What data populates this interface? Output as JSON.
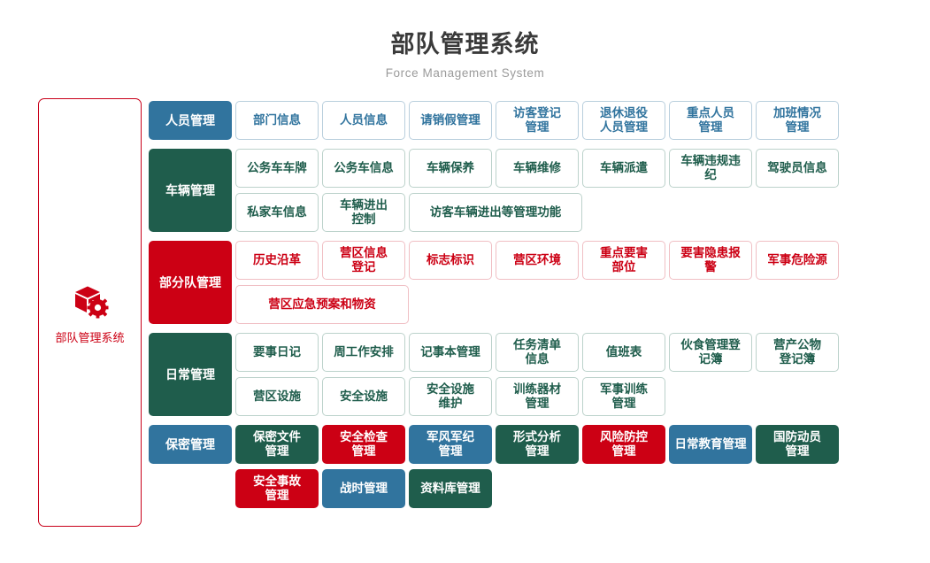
{
  "header": {
    "title": "部队管理系统",
    "subtitle": "Force Management System"
  },
  "sidebar": {
    "icon": "box-gear-icon",
    "label": "部队管理系统",
    "border_color": "#c8001a",
    "text_color": "#cc0014"
  },
  "palette": {
    "blue": "#31749e",
    "green": "#1f5d4c",
    "red": "#cc0014",
    "blue_border": "#b9cfdd",
    "green_border": "#bcd2cb",
    "red_border": "#f0bfc4"
  },
  "sections": [
    {
      "category": "人员管理",
      "color": "blue",
      "rows": [
        [
          {
            "label": "部门信息",
            "style": "outline-blue",
            "width": "w1"
          },
          {
            "label": "人员信息",
            "style": "outline-blue",
            "width": "w1"
          },
          {
            "label": "请销假管理",
            "style": "outline-blue",
            "width": "w1"
          },
          {
            "label": "访客登记\n管理",
            "style": "outline-blue",
            "width": "w1"
          },
          {
            "label": "退休退役\n人员管理",
            "style": "outline-blue",
            "width": "w1"
          },
          {
            "label": "重点人员\n管理",
            "style": "outline-blue",
            "width": "w1"
          },
          {
            "label": "加班情况\n管理",
            "style": "outline-blue",
            "width": "w1"
          }
        ]
      ]
    },
    {
      "category": "车辆管理",
      "color": "green",
      "rows": [
        [
          {
            "label": "公务车车牌",
            "style": "outline-green",
            "width": "w1"
          },
          {
            "label": "公务车信息",
            "style": "outline-green",
            "width": "w1"
          },
          {
            "label": "车辆保养",
            "style": "outline-green",
            "width": "w1"
          },
          {
            "label": "车辆维修",
            "style": "outline-green",
            "width": "w1"
          },
          {
            "label": "车辆派遣",
            "style": "outline-green",
            "width": "w1"
          },
          {
            "label": "车辆违规违纪",
            "style": "outline-green",
            "width": "w1"
          },
          {
            "label": "驾驶员信息",
            "style": "outline-green",
            "width": "w1"
          }
        ],
        [
          {
            "label": "私家车信息",
            "style": "outline-green",
            "width": "w1"
          },
          {
            "label": "车辆进出\n控制",
            "style": "outline-green",
            "width": "w1"
          },
          {
            "label": "访客车辆进出等管理功能",
            "style": "outline-green",
            "width": "w2"
          }
        ]
      ]
    },
    {
      "category": "部分队管理",
      "color": "red",
      "rows": [
        [
          {
            "label": "历史沿革",
            "style": "outline-red",
            "width": "w1"
          },
          {
            "label": "营区信息\n登记",
            "style": "outline-red",
            "width": "w1"
          },
          {
            "label": "标志标识",
            "style": "outline-red",
            "width": "w1"
          },
          {
            "label": "营区环境",
            "style": "outline-red",
            "width": "w1"
          },
          {
            "label": "重点要害\n部位",
            "style": "outline-red",
            "width": "w1"
          },
          {
            "label": "要害隐患报警",
            "style": "outline-red",
            "width": "w1"
          },
          {
            "label": "军事危险源",
            "style": "outline-red",
            "width": "w1"
          }
        ],
        [
          {
            "label": "营区应急预案和物资",
            "style": "outline-red",
            "width": "w2"
          }
        ]
      ]
    },
    {
      "category": "日常管理",
      "color": "green",
      "rows": [
        [
          {
            "label": "要事日记",
            "style": "outline-green",
            "width": "w1"
          },
          {
            "label": "周工作安排",
            "style": "outline-green",
            "width": "w1"
          },
          {
            "label": "记事本管理",
            "style": "outline-green",
            "width": "w1"
          },
          {
            "label": "任务清单\n信息",
            "style": "outline-green",
            "width": "w1"
          },
          {
            "label": "值班表",
            "style": "outline-green",
            "width": "w1"
          },
          {
            "label": "伙食管理登记簿",
            "style": "outline-green",
            "width": "w1"
          },
          {
            "label": "营产公物\n登记簿",
            "style": "outline-green",
            "width": "w1"
          }
        ],
        [
          {
            "label": "营区设施",
            "style": "outline-green",
            "width": "w1"
          },
          {
            "label": "安全设施",
            "style": "outline-green",
            "width": "w1"
          },
          {
            "label": "安全设施\n维护",
            "style": "outline-green",
            "width": "w1"
          },
          {
            "label": "训练器材\n管理",
            "style": "outline-green",
            "width": "w1"
          },
          {
            "label": "军事训练\n管理",
            "style": "outline-green",
            "width": "w1"
          }
        ]
      ]
    },
    {
      "category": "保密管理",
      "color": "blue",
      "category_single_row": true,
      "rows": [
        [
          {
            "label": "保密文件\n管理",
            "style": "fill-green",
            "width": "w1"
          },
          {
            "label": "安全检查\n管理",
            "style": "fill-red",
            "width": "w1"
          },
          {
            "label": "军风军纪\n管理",
            "style": "fill-blue",
            "width": "w1"
          },
          {
            "label": "形式分析\n管理",
            "style": "fill-green",
            "width": "w1"
          },
          {
            "label": "风险防控\n管理",
            "style": "fill-red",
            "width": "w1"
          },
          {
            "label": "日常教育管理",
            "style": "fill-blue",
            "width": "w1"
          },
          {
            "label": "国防动员\n管理",
            "style": "fill-green",
            "width": "w1"
          }
        ],
        [
          {
            "label": "安全事故\n管理",
            "style": "fill-red",
            "width": "w1"
          },
          {
            "label": "战时管理",
            "style": "fill-blue",
            "width": "w1"
          },
          {
            "label": "资料库管理",
            "style": "fill-green",
            "width": "w1"
          }
        ]
      ]
    }
  ]
}
